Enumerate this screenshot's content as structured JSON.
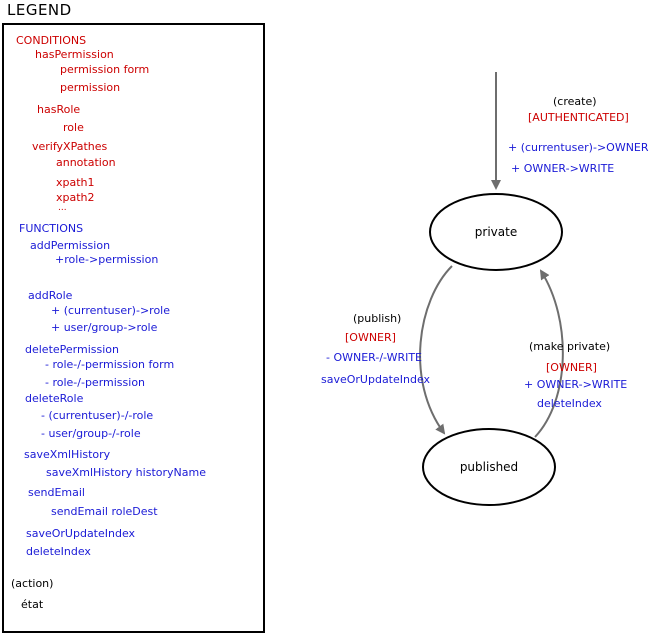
{
  "legend": {
    "title": "LEGEND",
    "conditions": {
      "heading": "CONDITIONS",
      "has_permission": "hasPermission",
      "permission_form": "permission form",
      "permission": "permission",
      "has_role": "hasRole",
      "role": "role",
      "verify_xpathes": "verifyXPathes",
      "annotation": "annotation",
      "xpath1": "xpath1",
      "xpath2": "xpath2",
      "ellipsis": "..."
    },
    "functions": {
      "heading": "FUNCTIONS",
      "add_permission": "addPermission",
      "add_permission_arg": "+role->permission",
      "add_role": "addRole",
      "add_role_arg1": "+ (currentuser)->role",
      "add_role_arg2": "+ user/group->role",
      "delete_permission": "deletePermission",
      "delete_permission_arg1": "- role-/-permission form",
      "delete_permission_arg2": "- role-/-permission",
      "delete_role": "deleteRole",
      "delete_role_arg1": "- (currentuser)-/-role",
      "delete_role_arg2": "- user/group-/-role",
      "save_xml_history": "saveXmlHistory",
      "save_xml_history_arg": "saveXmlHistory historyName",
      "send_email": "sendEmail",
      "send_email_arg": "sendEmail roleDest",
      "save_or_update_index": "saveOrUpdateIndex",
      "delete_index": "deleteIndex"
    },
    "action_example": "(action)",
    "state_example": "état"
  },
  "diagram": {
    "states": {
      "private": "private",
      "published": "published"
    },
    "transitions": {
      "create": {
        "action": "(create)",
        "condition": "[AUTHENTICATED]",
        "function1": "+ (currentuser)->OWNER",
        "function2": "+ OWNER->WRITE"
      },
      "publish": {
        "action": "(publish)",
        "condition": "[OWNER]",
        "function1": "- OWNER-/-WRITE",
        "function2": "saveOrUpdateIndex"
      },
      "make_private": {
        "action": "(make private)",
        "condition": "[OWNER]",
        "function1": "+ OWNER->WRITE",
        "function2": "deleteIndex"
      }
    }
  },
  "colors": {
    "condition": "#cc0000",
    "function": "#1a1ad6",
    "arrow": "#6e6e6e",
    "text": "#000000"
  }
}
